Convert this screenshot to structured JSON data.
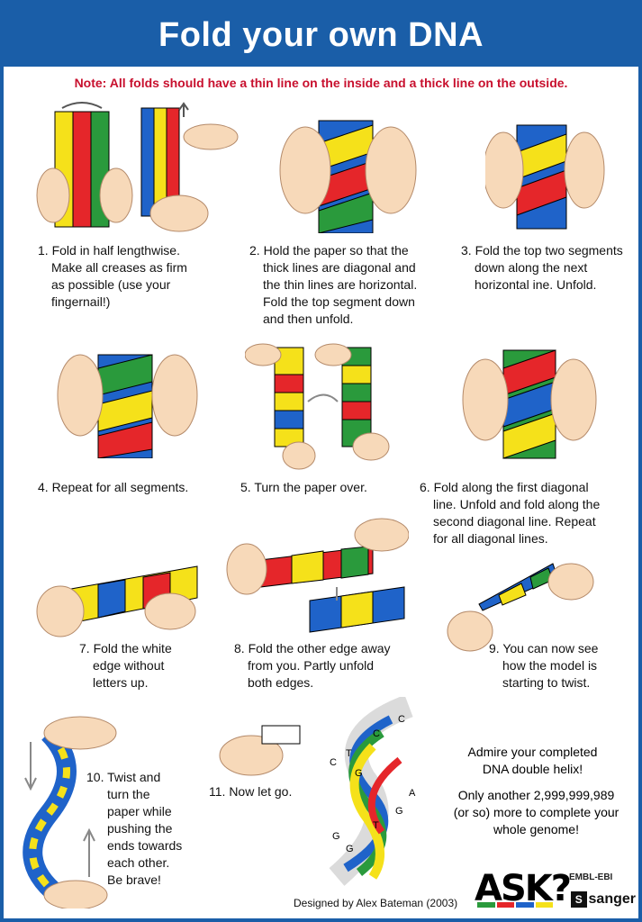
{
  "header": {
    "title": "Fold your own DNA"
  },
  "note": "Note: All folds should have a thin line on the inside and a thick line on the outside.",
  "steps": [
    {
      "lines": [
        "1. Fold in half lengthwise.",
        "Make all creases as firm",
        "as possible (use your",
        "fingernail!)"
      ]
    },
    {
      "lines": [
        "2. Hold the paper so that the",
        "thick lines are diagonal and",
        "the thin lines are horizontal.",
        "Fold the top segment down",
        "and then unfold."
      ]
    },
    {
      "lines": [
        "3. Fold the top two segments",
        "down along the next",
        "horizontal ine. Unfold."
      ]
    },
    {
      "lines": [
        "4. Repeat for all segments."
      ]
    },
    {
      "lines": [
        "5. Turn the paper over."
      ]
    },
    {
      "lines": [
        "6. Fold along the first diagonal",
        "line. Unfold and fold along the",
        "second diagonal line. Repeat",
        "for all diagonal lines."
      ]
    },
    {
      "lines": [
        "7. Fold the white",
        "edge without",
        "letters up."
      ]
    },
    {
      "lines": [
        "8. Fold the other edge away",
        "from you. Partly unfold",
        "both edges."
      ]
    },
    {
      "lines": [
        "9. You can now see",
        "how the model is",
        "starting to twist."
      ]
    },
    {
      "lines": [
        "10. Twist and",
        "turn the",
        "paper while",
        "pushing the",
        "ends  towards",
        "each other.",
        "Be brave!"
      ]
    },
    {
      "lines": [
        "11. Now let go."
      ]
    }
  ],
  "admire": [
    "Admire your completed",
    "DNA double helix!"
  ],
  "genome": [
    "Only another 2,999,999,989",
    "(or so) more to complete your",
    "whole genome!"
  ],
  "credit": "Designed by Alex Bateman (2003)",
  "logos": {
    "ask": "ASK?",
    "embl": "EMBL-EBI",
    "sanger": "sanger",
    "sanger_mark": "S"
  },
  "helix_letters": [
    "C",
    "C",
    "T",
    "G",
    "C",
    "A",
    "G",
    "T",
    "G",
    "G"
  ],
  "colors": {
    "blue": "#1a5ea8",
    "red": "#c8102e",
    "yellow": "#f5e11a",
    "green": "#2a9a3c",
    "paper_blue": "#1f63c9",
    "paper_red": "#e5262a",
    "skin": "#f7d9b9"
  }
}
